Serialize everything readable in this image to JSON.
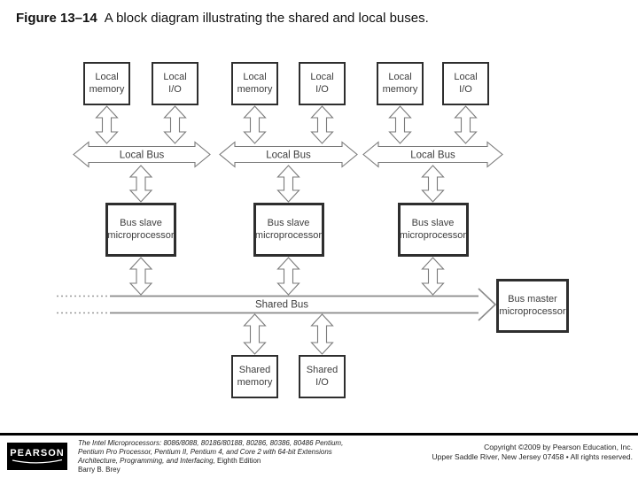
{
  "title": {
    "figure_label": "Figure 13–14",
    "text": "A block diagram illustrating the shared and local buses."
  },
  "diagram": {
    "local_groups": [
      {
        "memory_label": "Local\nmemory",
        "io_label": "Local\nI/O",
        "bus_label": "Local Bus",
        "slave_label": "Bus slave\nmicroprocessor"
      },
      {
        "memory_label": "Local\nmemory",
        "io_label": "Local\nI/O",
        "bus_label": "Local Bus",
        "slave_label": "Bus slave\nmicroprocessor"
      },
      {
        "memory_label": "Local\nmemory",
        "io_label": "Local\nI/O",
        "bus_label": "Local Bus",
        "slave_label": "Bus slave\nmicroprocessor"
      }
    ],
    "shared_bus_label": "Shared Bus",
    "bus_master_label": "Bus master\nmicroprocessor",
    "shared_memory_label": "Shared\nmemory",
    "shared_io_label": "Shared\nI/O"
  },
  "footer": {
    "logo_text": "PEARSON",
    "citation": {
      "line1": "The Intel Microprocessors: 8086/8088, 80186/80188, 80286, 80386, 80486 Pentium,",
      "line2": "Pentium Pro Processor, Pentium II, Pentium 4, and Core 2 with 64-bit Extensions",
      "line3_italic": "Architecture, Programming, and Interfacing,",
      "line3_regular": "Eighth Edition",
      "line4": "Barry B. Brey"
    },
    "copyright": {
      "line1": "Copyright ©2009 by Pearson Education, Inc.",
      "line2": "Upper Saddle River, New Jersey 07458 • All rights reserved."
    }
  },
  "colors": {
    "arrow_stroke": "#7a7a7a",
    "box_border": "#2e2e2e",
    "footer_bar": "#000000"
  }
}
